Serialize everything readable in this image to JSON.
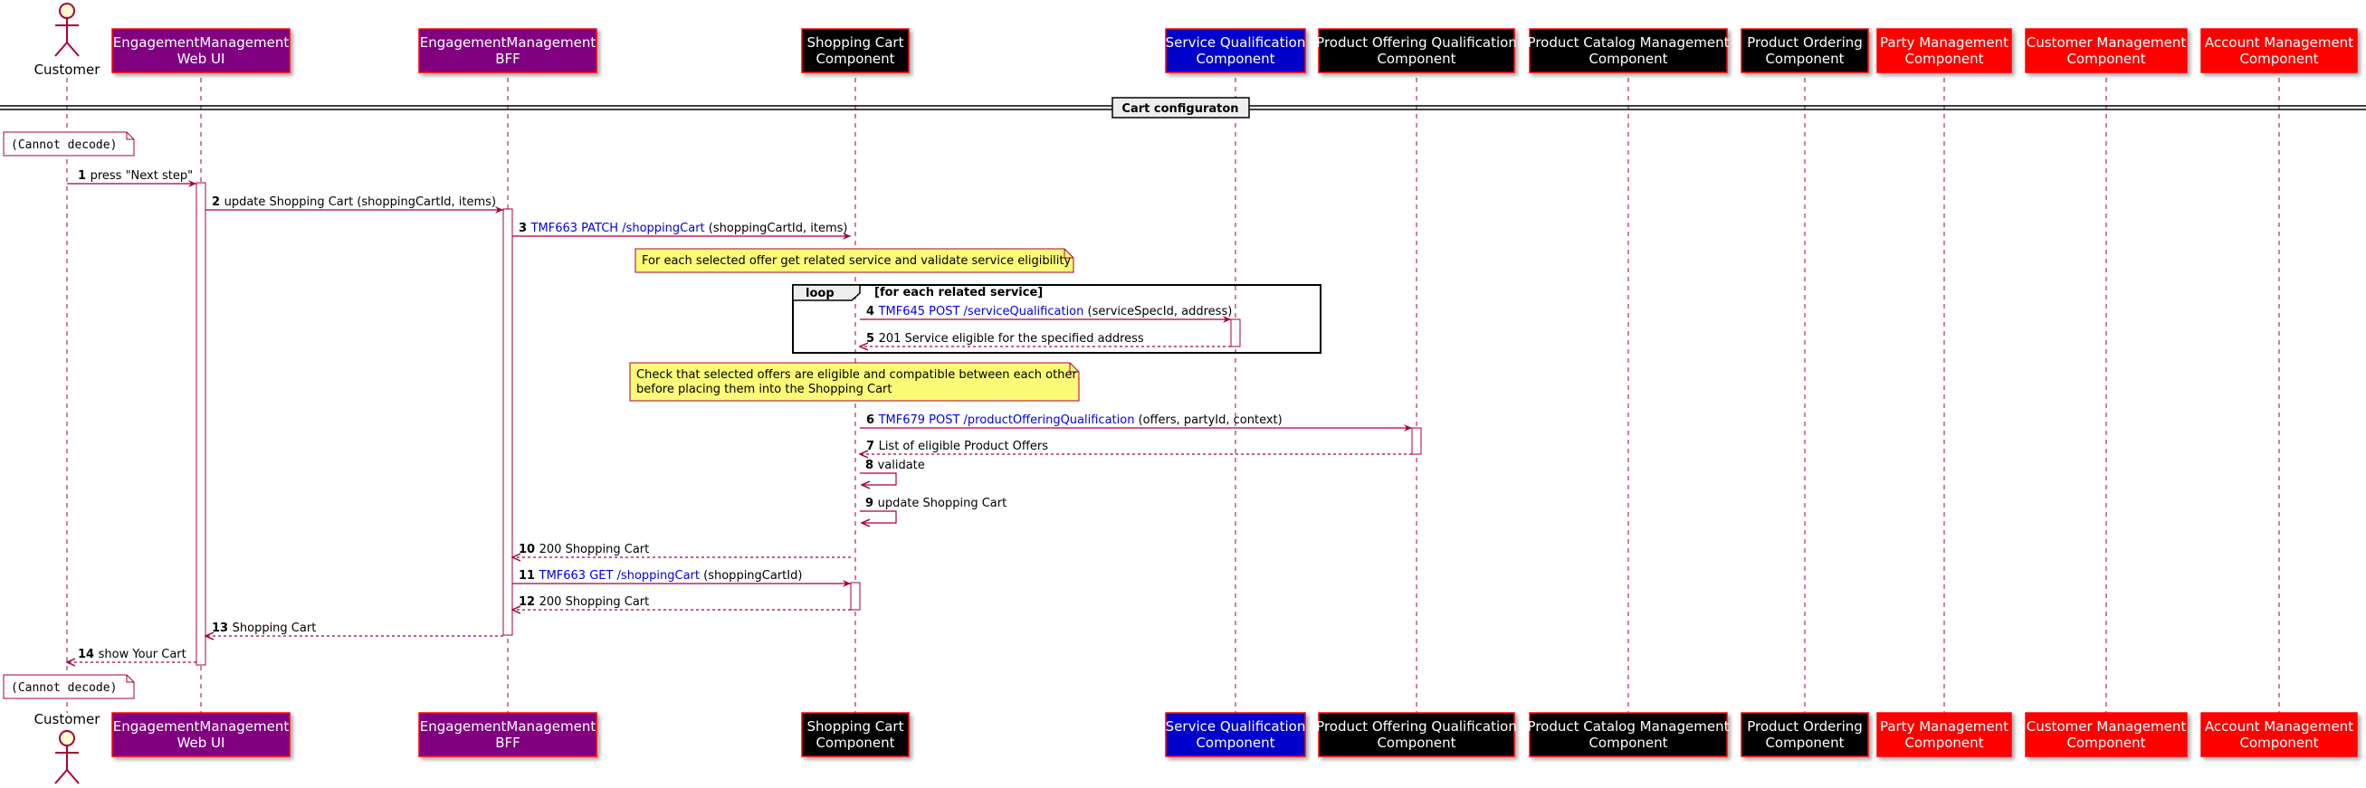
{
  "colors": {
    "message": "#a80036",
    "lifeline": "#a80036",
    "activation_fill": "#ffffff",
    "note_fill": "#fbfb77",
    "link": "#0000ee",
    "participant_border": "#ff0000"
  },
  "actor": {
    "name": "Customer",
    "icon": "stick-figure-icon"
  },
  "participants": [
    {
      "id": "webui",
      "line1": "EngagementManagement",
      "line2": "Web UI",
      "fill": "#800080",
      "text_color": "#ffffff"
    },
    {
      "id": "bff",
      "line1": "EngagementManagement",
      "line2": "BFF",
      "fill": "#800080",
      "text_color": "#ffffff"
    },
    {
      "id": "cart",
      "line1": "Shopping Cart",
      "line2": "Component",
      "fill": "#000000",
      "text_color": "#ffffff"
    },
    {
      "id": "sq",
      "line1": "Service Qualification",
      "line2": "Component",
      "fill": "#0000cd",
      "text_color": "#ffffff"
    },
    {
      "id": "poq",
      "line1": "Product Offering Qualification",
      "line2": "Component",
      "fill": "#000000",
      "text_color": "#ffffff"
    },
    {
      "id": "pcm",
      "line1": "Product Catalog Management",
      "line2": "Component",
      "fill": "#000000",
      "text_color": "#ffffff"
    },
    {
      "id": "po",
      "line1": "Product Ordering",
      "line2": "Component",
      "fill": "#000000",
      "text_color": "#ffffff"
    },
    {
      "id": "party",
      "line1": "Party Management",
      "line2": "Component",
      "fill": "#ff0000",
      "text_color": "#ffffff"
    },
    {
      "id": "cust",
      "line1": "Customer Management",
      "line2": "Component",
      "fill": "#ff0000",
      "text_color": "#ffffff"
    },
    {
      "id": "acct",
      "line1": "Account Management",
      "line2": "Component",
      "fill": "#ff0000",
      "text_color": "#ffffff"
    }
  ],
  "divider": {
    "title": "Cart configuraton"
  },
  "top_note": "(Cannot decode)",
  "bottom_note": "(Cannot decode)",
  "messages": [
    {
      "n": "1",
      "from": "customer",
      "to": "webui",
      "link": "",
      "text": "press \"Next step\"",
      "dashed": false
    },
    {
      "n": "2",
      "from": "webui",
      "to": "bff",
      "link": "",
      "text": "update Shopping Cart (shoppingCartId, items)",
      "dashed": false
    },
    {
      "n": "3",
      "from": "bff",
      "to": "cart",
      "link": "TMF663 PATCH /shoppingCart",
      "text": " (shoppingCartId, items)",
      "dashed": false
    },
    {
      "n": "4",
      "from": "cart",
      "to": "sq",
      "link": "TMF645 POST /serviceQualification",
      "text": "  (serviceSpecId, address)",
      "dashed": false
    },
    {
      "n": "5",
      "from": "sq",
      "to": "cart",
      "link": "",
      "text": "201 Service eligible for the specified address",
      "dashed": true
    },
    {
      "n": "6",
      "from": "cart",
      "to": "poq",
      "link": "TMF679 POST /productOfferingQualification",
      "text": " (offers, partyId, context)",
      "dashed": false
    },
    {
      "n": "7",
      "from": "poq",
      "to": "cart",
      "link": "",
      "text": "List of eligible Product Offers",
      "dashed": true
    },
    {
      "n": "8",
      "from": "cart",
      "to": "cart",
      "link": "",
      "text": "validate",
      "dashed": false
    },
    {
      "n": "9",
      "from": "cart",
      "to": "cart",
      "link": "",
      "text": "update Shopping Cart",
      "dashed": false
    },
    {
      "n": "10",
      "from": "cart",
      "to": "bff",
      "link": "",
      "text": "200 Shopping Cart",
      "dashed": true
    },
    {
      "n": "11",
      "from": "bff",
      "to": "cart",
      "link": "TMF663 GET /shoppingCart",
      "text": "  (shoppingCartId)",
      "dashed": false
    },
    {
      "n": "12",
      "from": "cart",
      "to": "bff",
      "link": "",
      "text": "200 Shopping Cart",
      "dashed": true
    },
    {
      "n": "13",
      "from": "bff",
      "to": "webui",
      "link": "",
      "text": "Shopping Cart",
      "dashed": true
    },
    {
      "n": "14",
      "from": "webui",
      "to": "customer",
      "link": "",
      "text": "show Your Cart",
      "dashed": true
    }
  ],
  "notes": [
    {
      "lines": [
        "For each selected offer get related service and validate service eligibility"
      ]
    },
    {
      "lines": [
        "Check that selected offers are eligible and compatible between each other",
        "before placing them into the Shopping Cart"
      ]
    }
  ],
  "loop": {
    "keyword": "loop",
    "condition": "[for each related service]"
  }
}
